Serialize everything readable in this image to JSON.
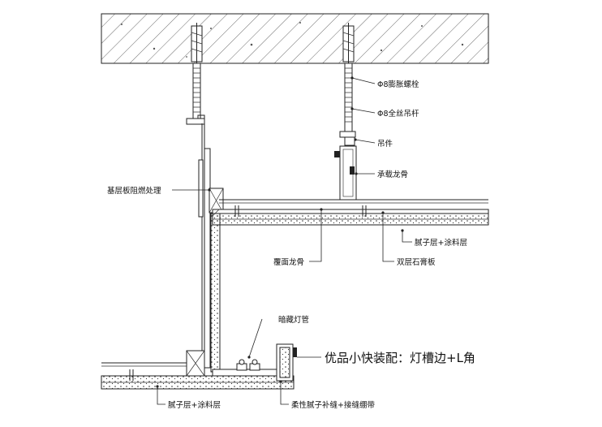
{
  "title": "优品小快装配：灯槽边+L角",
  "labels": {
    "expansion_bolt": "Φ8膨胀螺栓",
    "threaded_rod": "Φ8全丝吊杆",
    "hanger": "吊件",
    "main_keel": "承载龙骨",
    "base_board": "基层板阻燃处理",
    "putty_top": "腻子层+涂料层",
    "cover_keel": "覆面龙骨",
    "double_gypsum": "双层石膏板",
    "hidden_light": "暗藏灯管",
    "putty_bottom": "腻子层+涂料层",
    "flex_putty": "柔性腻子补缝+接缝绷带"
  }
}
